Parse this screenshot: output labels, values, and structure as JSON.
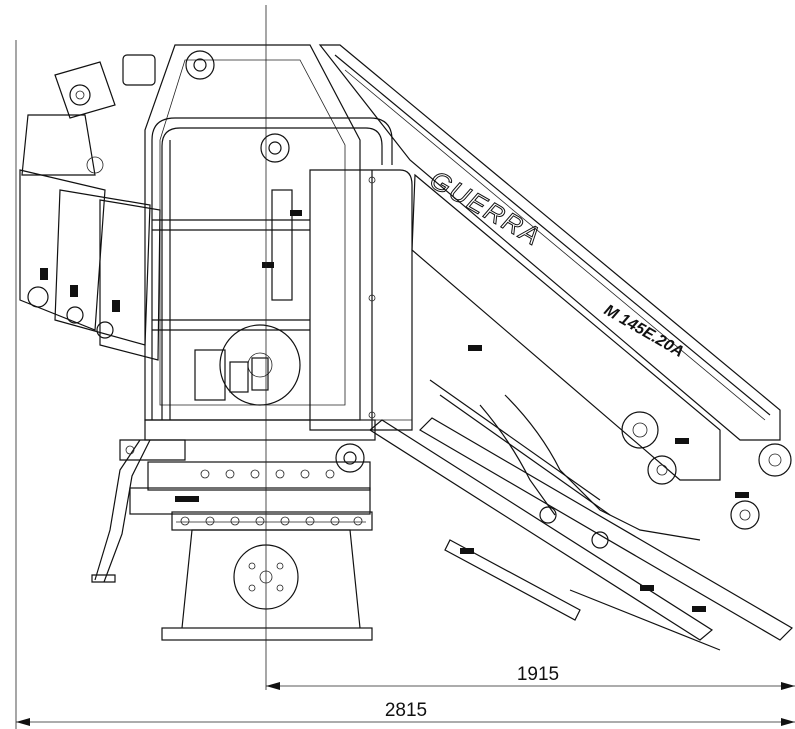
{
  "dimensions": {
    "outreach": "1915",
    "overall_width": "2815"
  },
  "labels": {
    "brand": "GUERRA",
    "model": "M 145E.20A"
  },
  "colors": {
    "line": "#111111",
    "background": "#ffffff"
  }
}
